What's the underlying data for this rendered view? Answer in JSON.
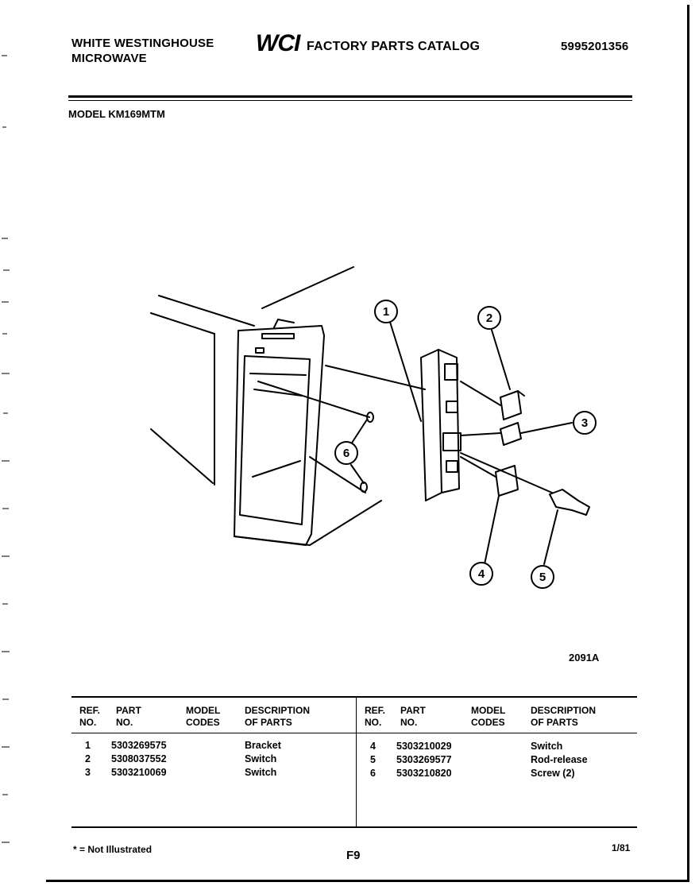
{
  "header": {
    "brand_line1": "WHITE WESTINGHOUSE",
    "brand_line2": "MICROWAVE",
    "logo_text": "WCI",
    "catalog_title": "FACTORY PARTS CATALOG",
    "catalog_number": "5995201356"
  },
  "model": "MODEL KM169MTM",
  "diagram": {
    "figure_code": "2091A",
    "callouts": [
      "1",
      "2",
      "3",
      "4",
      "5",
      "6"
    ]
  },
  "table": {
    "headers": {
      "ref": [
        "REF.",
        "NO."
      ],
      "part": [
        "PART",
        "NO."
      ],
      "model_codes": [
        "MODEL",
        "CODES"
      ],
      "description": [
        "DESCRIPTION",
        "OF PARTS"
      ]
    },
    "left_rows": [
      {
        "ref": "1",
        "part": "5303269575",
        "model": "",
        "desc": "Bracket"
      },
      {
        "ref": "2",
        "part": "5308037552",
        "model": "",
        "desc": "Switch"
      },
      {
        "ref": "3",
        "part": "5303210069",
        "model": "",
        "desc": "Switch"
      }
    ],
    "right_rows": [
      {
        "ref": "4",
        "part": "5303210029",
        "model": "",
        "desc": "Switch"
      },
      {
        "ref": "5",
        "part": "5303269577",
        "model": "",
        "desc": "Rod-release"
      },
      {
        "ref": "6",
        "part": "5303210820",
        "model": "",
        "desc": "Screw (2)"
      }
    ]
  },
  "footer": {
    "note": "* = Not Illustrated",
    "page": "F9",
    "date": "1/81"
  }
}
